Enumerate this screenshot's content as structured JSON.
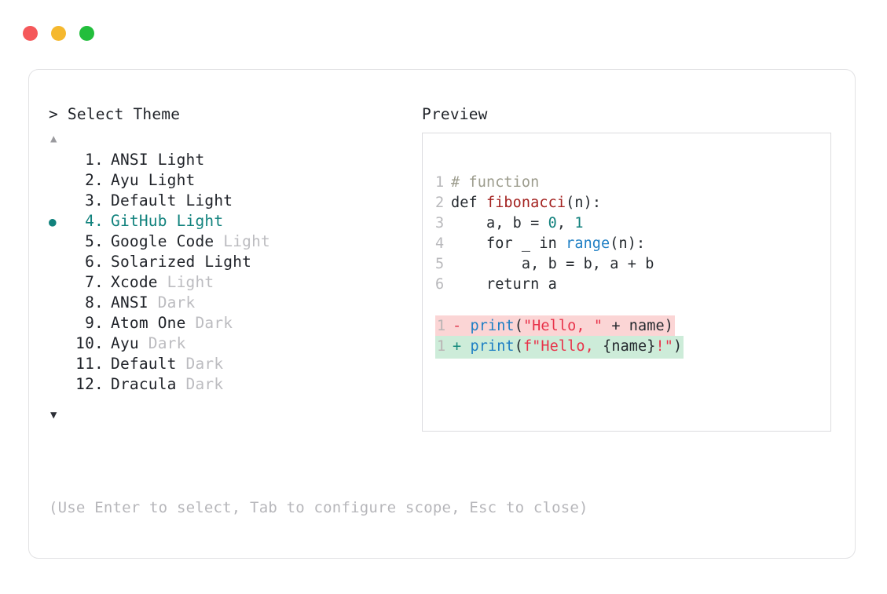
{
  "window": {
    "traffic_lights": [
      {
        "name": "close",
        "color": "#f5585a"
      },
      {
        "name": "minimize",
        "color": "#f5b82e"
      },
      {
        "name": "maximize",
        "color": "#22be3c"
      }
    ]
  },
  "left": {
    "prompt": "> Select Theme",
    "scroll_up_icon": "▲",
    "scroll_down_icon": "▼",
    "bullet_icon": "●",
    "selected_index": 4,
    "accent_color": "#11827d",
    "items": [
      {
        "index": "1.",
        "name": "ANSI",
        "suffix": "Light",
        "suffix_dim": false,
        "selected": false,
        "bullet": ""
      },
      {
        "index": "2.",
        "name": "Ayu",
        "suffix": "Light",
        "suffix_dim": false,
        "selected": false,
        "bullet": ""
      },
      {
        "index": "3.",
        "name": "Default",
        "suffix": "Light",
        "suffix_dim": false,
        "selected": false,
        "bullet": ""
      },
      {
        "index": "4.",
        "name": "GitHub",
        "suffix": "Light",
        "suffix_dim": false,
        "selected": true,
        "bullet": "●"
      },
      {
        "index": "5.",
        "name": "Google Code",
        "suffix": "Light",
        "suffix_dim": true,
        "selected": false,
        "bullet": ""
      },
      {
        "index": "6.",
        "name": "Solarized",
        "suffix": "Light",
        "suffix_dim": false,
        "selected": false,
        "bullet": ""
      },
      {
        "index": "7.",
        "name": "Xcode",
        "suffix": "Light",
        "suffix_dim": true,
        "selected": false,
        "bullet": ""
      },
      {
        "index": "8.",
        "name": "ANSI",
        "suffix": "Dark",
        "suffix_dim": true,
        "selected": false,
        "bullet": ""
      },
      {
        "index": "9.",
        "name": "Atom One",
        "suffix": "Dark",
        "suffix_dim": true,
        "selected": false,
        "bullet": ""
      },
      {
        "index": "10.",
        "name": "Ayu",
        "suffix": "Dark",
        "suffix_dim": true,
        "selected": false,
        "bullet": ""
      },
      {
        "index": "11.",
        "name": "Default",
        "suffix": "Dark",
        "suffix_dim": true,
        "selected": false,
        "bullet": ""
      },
      {
        "index": "12.",
        "name": "Dracula",
        "suffix": "Dark",
        "suffix_dim": true,
        "selected": false,
        "bullet": ""
      }
    ]
  },
  "right": {
    "title": "Preview",
    "code_lines": [
      {
        "num": "1",
        "tokens": [
          {
            "t": "# function",
            "c": "comment"
          }
        ]
      },
      {
        "num": "2",
        "tokens": [
          {
            "t": "def ",
            "c": "keyword"
          },
          {
            "t": "fibonacci",
            "c": "fn"
          },
          {
            "t": "(n):",
            "c": "punct"
          }
        ]
      },
      {
        "num": "3",
        "tokens": [
          {
            "t": "    a, b = ",
            "c": "plain"
          },
          {
            "t": "0",
            "c": "num"
          },
          {
            "t": ", ",
            "c": "plain"
          },
          {
            "t": "1",
            "c": "num"
          }
        ]
      },
      {
        "num": "4",
        "tokens": [
          {
            "t": "    for _ in ",
            "c": "plain"
          },
          {
            "t": "range",
            "c": "builtin"
          },
          {
            "t": "(n):",
            "c": "punct"
          }
        ]
      },
      {
        "num": "5",
        "tokens": [
          {
            "t": "        a, b = b, a + b",
            "c": "plain"
          }
        ]
      },
      {
        "num": "6",
        "tokens": [
          {
            "t": "    return a",
            "c": "plain"
          }
        ]
      }
    ],
    "diff_lines": [
      {
        "num": "1",
        "kind": "minus",
        "sign": "-",
        "tokens": [
          {
            "t": "print",
            "c": "builtin"
          },
          {
            "t": "(",
            "c": "punct"
          },
          {
            "t": "\"Hello, \"",
            "c": "string"
          },
          {
            "t": " + name)",
            "c": "plain"
          }
        ]
      },
      {
        "num": "1",
        "kind": "plus",
        "sign": "+",
        "tokens": [
          {
            "t": "print",
            "c": "builtin"
          },
          {
            "t": "(",
            "c": "punct"
          },
          {
            "t": "f\"Hello, ",
            "c": "string"
          },
          {
            "t": "{name}",
            "c": "plain"
          },
          {
            "t": "!\"",
            "c": "string"
          },
          {
            "t": ")",
            "c": "punct"
          }
        ]
      }
    ],
    "syntax_colors": {
      "comment": "#9c9c8d",
      "keyword": "#24292e",
      "function": "#a3211f",
      "builtin": "#1f7fc4",
      "number": "#10807c",
      "string": "#e8334a",
      "line_number": "#b8b8bb",
      "diff_add_bg": "#cdecd9",
      "diff_del_bg": "#fbd5d5"
    }
  },
  "footer": {
    "hint": "(Use Enter to select, Tab to configure scope, Esc to close)"
  }
}
